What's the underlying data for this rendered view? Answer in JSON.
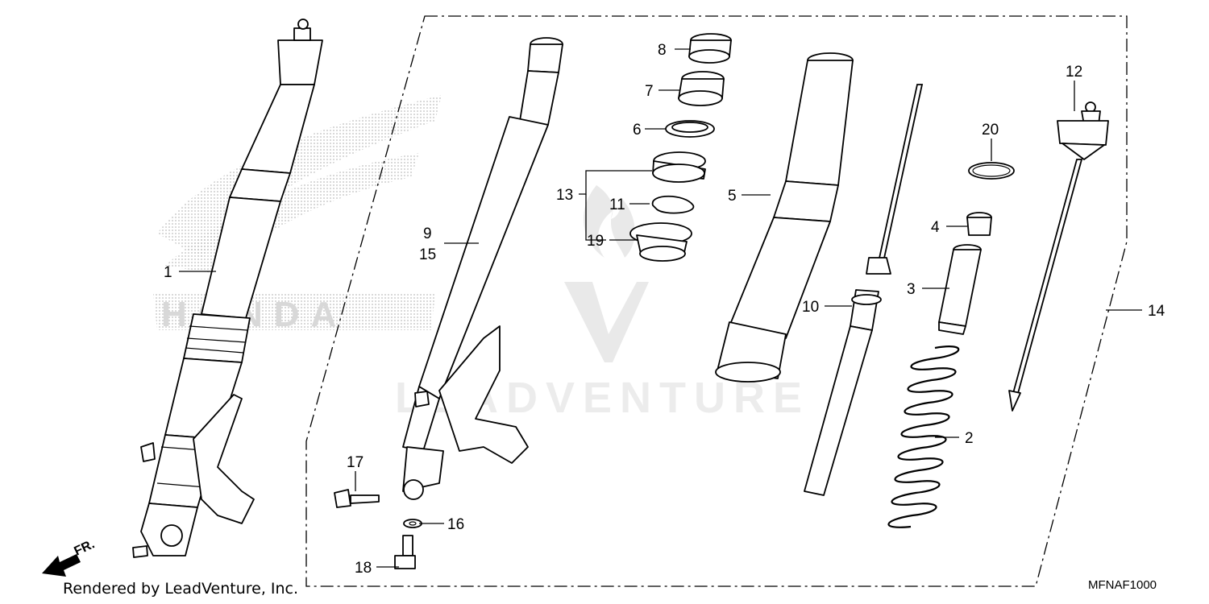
{
  "labels": {
    "l1": "1",
    "l2": "2",
    "l3": "3",
    "l4": "4",
    "l5": "5",
    "l6": "6",
    "l7": "7",
    "l8": "8",
    "l9": "9",
    "l10": "10",
    "l11": "11",
    "l12": "12",
    "l13": "13",
    "l14": "14",
    "l15": "15",
    "l16": "16",
    "l17": "17",
    "l18": "18",
    "l19": "19",
    "l20": "20"
  },
  "watermark": {
    "brand": "LEADVENTURE",
    "logo": "HONDA"
  },
  "direction": "FR.",
  "footer": "Rendered by LeadVenture, Inc.",
  "diagram_code": "MFNAF1000"
}
